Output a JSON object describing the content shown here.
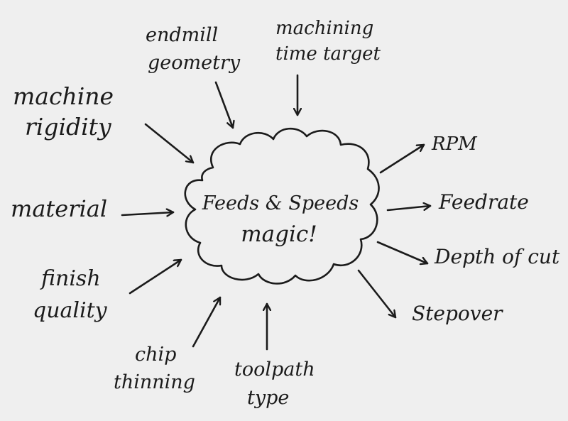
{
  "center": {
    "line1": "Feeds & Speeds",
    "line2": "magic!"
  },
  "inputs": {
    "endmill_geometry": [
      "endmill",
      "geometry"
    ],
    "machining_time_target": [
      "machining",
      "time target"
    ],
    "machine_rigidity": [
      "machine",
      "rigidity"
    ],
    "material": [
      "material"
    ],
    "finish_quality": [
      "finish",
      "quality"
    ],
    "chip_thinning": [
      "chip",
      "thinning"
    ],
    "toolpath_type": [
      "toolpath",
      "type"
    ]
  },
  "outputs": {
    "rpm": "RPM",
    "feedrate": "Feedrate",
    "depth_of_cut": "Depth of cut",
    "stepover": "Stepover"
  },
  "colors": {
    "ink": "#1b1b1b",
    "paper": "#efefef"
  }
}
